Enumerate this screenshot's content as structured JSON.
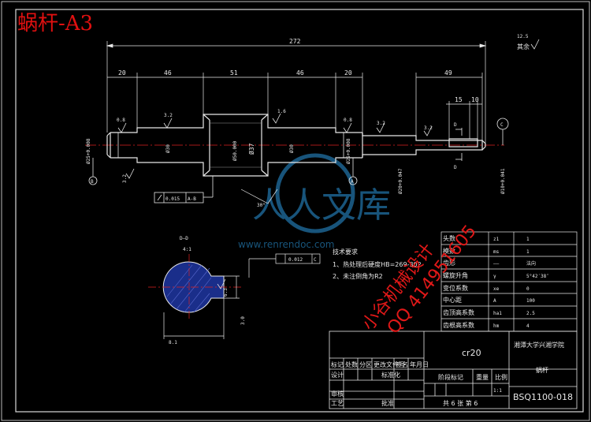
{
  "sheet_title": "蜗杆-A3",
  "dimensions": {
    "overall": "272",
    "seg1": "20",
    "seg2": "46",
    "seg3": "51",
    "seg4": "46",
    "seg5": "20",
    "right_len": "49",
    "keyway_15": "15",
    "keyway_10": "10",
    "dia_left": "Ø25+0.008",
    "dia_30_left": "Ø30",
    "dia_50": "Ø50.000",
    "dia_37": "Ø37",
    "dia_30_right": "Ø30",
    "dia_25_right": "Ø25+0.008",
    "dia_20": "Ø20+0.047",
    "dia_10": "Ø10+0.041",
    "angle": "30°",
    "section_width": "8.1",
    "section_depth": "3.0"
  },
  "roughness": {
    "r08a": "0.8",
    "r32a": "3.2",
    "r16": "1.6",
    "r08b": "0.8",
    "r32b": "3.2",
    "r32c": "3.2",
    "r32d": "3.2",
    "r63": "6.3",
    "r125": "12.5",
    "rest": "其余"
  },
  "datums": {
    "left": "B",
    "mid": "A",
    "right": "C",
    "tolerance_frame": "0.015",
    "tolerance_ref": "A-B",
    "sym_tol": "0.012",
    "sym_ref": "C"
  },
  "section": {
    "label": "D—D",
    "scale": "4:1",
    "cut": "D"
  },
  "notes": {
    "heading": "技术要求",
    "line1": "1、热处理后硬度HB=269-302",
    "line2": "2、未注倒角为R2"
  },
  "params": [
    {
      "name": "头数",
      "sym": "z1",
      "val": "1"
    },
    {
      "name": "模数",
      "sym": "ms",
      "val": "1"
    },
    {
      "name": "齿形",
      "sym": "——",
      "val": "法向"
    },
    {
      "name": "螺旋升角",
      "sym": "γ",
      "val": "5°42′38″"
    },
    {
      "name": "变位系数",
      "sym": "xe",
      "val": "0"
    },
    {
      "name": "中心距",
      "sym": "A",
      "val": "100"
    },
    {
      "name": "齿顶高系数",
      "sym": "ha1",
      "val": "2.5"
    },
    {
      "name": "齿根高系数",
      "sym": "hm",
      "val": "4"
    }
  ],
  "title_block": {
    "material": "cr20",
    "school": "湘潭大学兴湘学院",
    "part_name": "蜗杆",
    "drawing_no": "BSQ1100-018",
    "scale_val": "1:1",
    "sheet": "共 6 张 第 6",
    "h_mark": "标记",
    "h_count": "处数",
    "h_zone": "分区",
    "h_doc": "更改文件号",
    "h_sign": "签名",
    "h_date": "年月日",
    "h_design": "设计",
    "h_std": "标准化",
    "h_check": "审核",
    "h_proc": "工艺",
    "h_approve": "批准",
    "h_stage": "阶段标记",
    "h_weight": "重量",
    "h_ratio": "比例"
  },
  "watermarks": {
    "red_line1": "小谷机械设计",
    "red_line2": "QQ 414951605",
    "blue_big": "人人文库",
    "blue_url": "www.renrendoc.com"
  }
}
